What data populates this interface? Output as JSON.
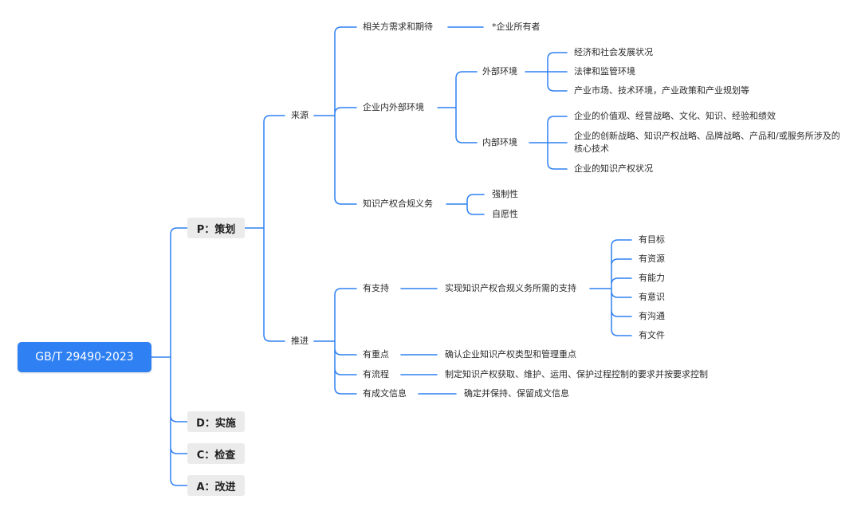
{
  "root": "GB/T 29490-2023",
  "phases": {
    "p": "P：策划",
    "d": "D：实施",
    "c": "C：检查",
    "a": "A：改进"
  },
  "source": {
    "label": "来源",
    "needs": {
      "label": "相关方需求和期待",
      "child": "*企业所有者"
    },
    "env": {
      "label": "企业内外部环境",
      "external": {
        "label": "外部环境",
        "items": [
          "经济和社会发展状况",
          "法律和监管环境",
          "产业市场、技术环境，产业政策和产业规划等"
        ]
      },
      "internal": {
        "label": "内部环境",
        "items": [
          "企业的价值观、经营战略、文化、知识、经验和绩效",
          "企业的创新战略、知识产权战略、品牌战略、产品和/或服务所涉及的",
          "核心技术",
          "企业的知识产权状况"
        ]
      }
    },
    "compliance": {
      "label": "知识产权合规义务",
      "items": [
        "强制性",
        "自愿性"
      ]
    }
  },
  "advance": {
    "label": "推进",
    "support": {
      "label": "有支持",
      "desc": "实现知识产权合规义务所需的支持",
      "items": [
        "有目标",
        "有资源",
        "有能力",
        "有意识",
        "有沟通",
        "有文件"
      ]
    },
    "focus": {
      "label": "有重点",
      "desc": "确认企业知识产权类型和管理重点"
    },
    "process": {
      "label": "有流程",
      "desc": "制定知识产权获取、维护、运用、保护过程控制的要求并按要求控制"
    },
    "docinfo": {
      "label": "有成文信息",
      "desc": "确定并保持、保留成文信息"
    }
  },
  "colors": {
    "line": "#2f80f2",
    "root_bg": "#2f80f2",
    "phase_bg": "#ebebeb"
  }
}
